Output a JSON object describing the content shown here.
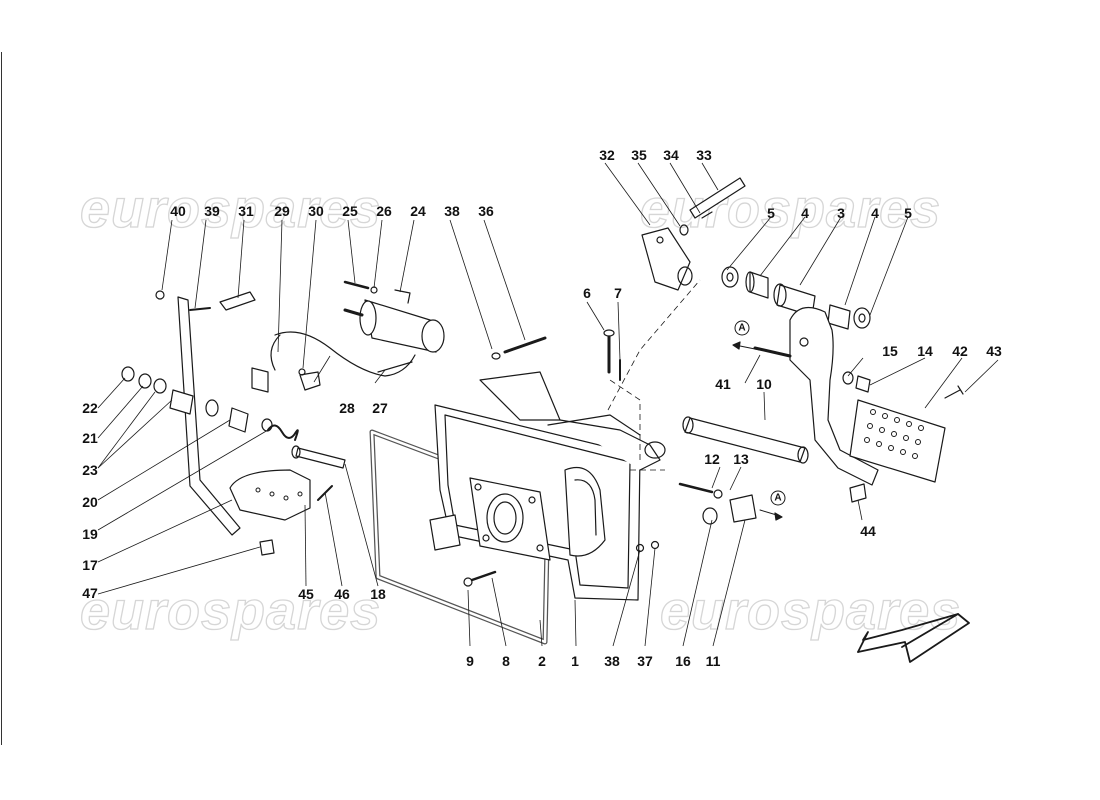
{
  "watermark": {
    "text": "eurospares"
  },
  "callouts": [
    "1",
    "2",
    "3",
    "4",
    "5",
    "6",
    "7",
    "8",
    "9",
    "10",
    "11",
    "12",
    "13",
    "14",
    "15",
    "16",
    "17",
    "18",
    "19",
    "20",
    "21",
    "22",
    "23",
    "24",
    "25",
    "26",
    "27",
    "28",
    "29",
    "30",
    "31",
    "32",
    "33",
    "34",
    "35",
    "36",
    "37",
    "38",
    "39",
    "40",
    "41",
    "42",
    "43",
    "44",
    "45",
    "46",
    "47"
  ],
  "section_markers": [
    "A",
    "A"
  ],
  "line_color": "#1a1a1a",
  "watermark_color": "#d6d6d6"
}
